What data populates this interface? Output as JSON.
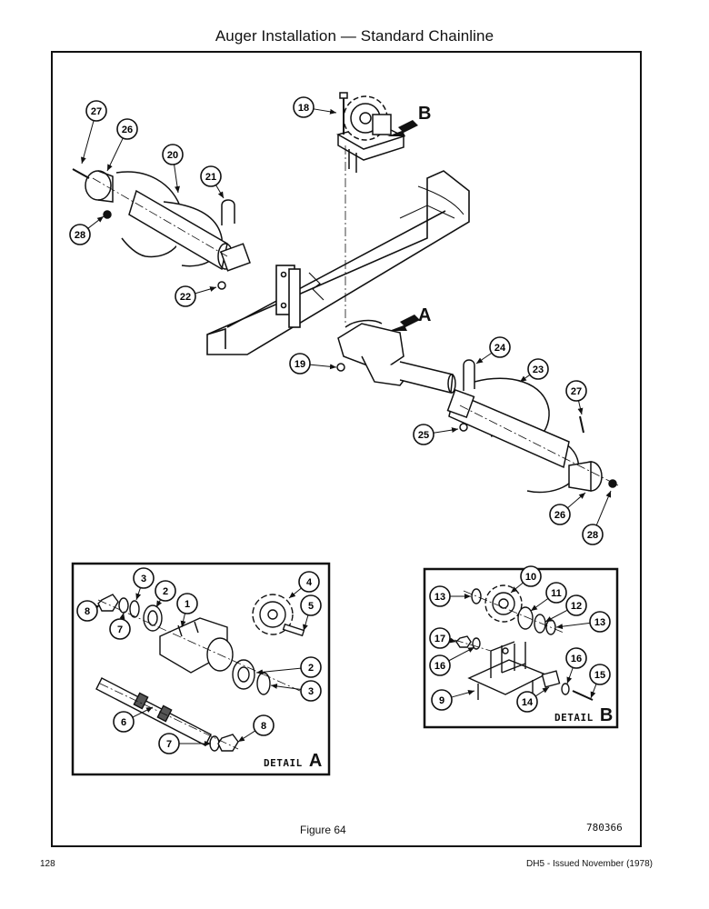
{
  "page": {
    "title": "Auger Installation — Standard Chainline",
    "figure_caption": "Figure 64",
    "drawing_number": "780366",
    "page_number": "128",
    "doc_id": "DH5 - Issued November (1978)"
  },
  "reference_letters": {
    "a": "A",
    "b": "B"
  },
  "details": {
    "a": {
      "prefix": "DETAIL",
      "letter": "A"
    },
    "b": {
      "prefix": "DETAIL",
      "letter": "B"
    }
  },
  "callouts": {
    "c18": "18",
    "c27a": "27",
    "c26a": "26",
    "c20": "20",
    "c21": "21",
    "c28a": "28",
    "c22": "22",
    "c19": "19",
    "c24": "24",
    "c23": "23",
    "c27b": "27",
    "c25": "25",
    "c26b": "26",
    "c28b": "28",
    "da3a": "3",
    "da2a": "2",
    "da1": "1",
    "da4": "4",
    "da8a": "8",
    "da5": "5",
    "da7a": "7",
    "da2b": "2",
    "da3b": "3",
    "da6": "6",
    "da8b": "8",
    "da7b": "7",
    "db13a": "13",
    "db10": "10",
    "db11": "11",
    "db12": "12",
    "db13b": "13",
    "db17": "17",
    "db16a": "16",
    "db16b": "16",
    "db15": "15",
    "db9": "9",
    "db14": "14"
  }
}
